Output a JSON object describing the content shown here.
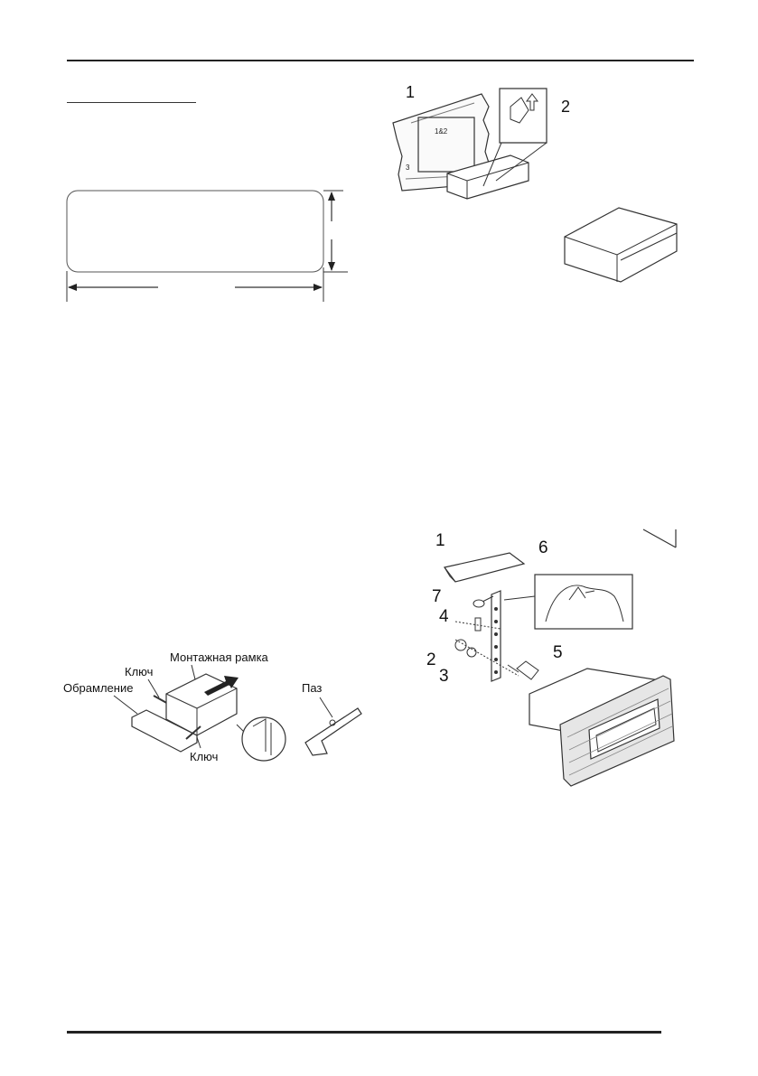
{
  "figure_top": {
    "labels": {
      "one": "1",
      "two": "2",
      "small_a": "1&2",
      "small_b": "3"
    }
  },
  "figure_frame": {
    "labels": {
      "key_top": "Ключ",
      "frame": "Монтажная рамка",
      "trim": "Обрамление",
      "key_bottom": "Ключ",
      "groove": "Паз"
    }
  },
  "figure_bracket": {
    "labels": [
      "1",
      "6",
      "7",
      "4",
      "2",
      "3",
      "5"
    ]
  }
}
